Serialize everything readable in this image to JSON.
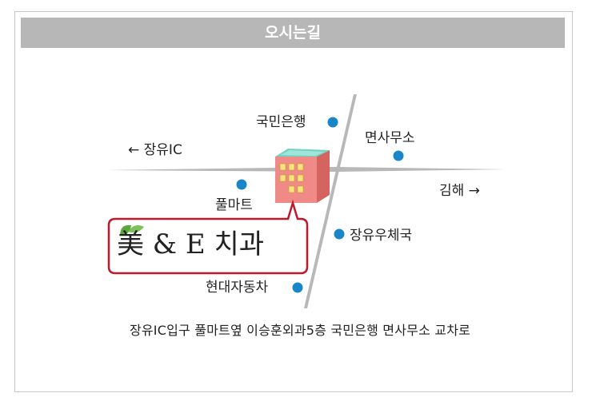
{
  "header": {
    "title": "오시는길"
  },
  "map": {
    "labels": {
      "left_direction": "← 장유IC",
      "right_direction": "김해 →",
      "kookmin": "국민은행",
      "myeonsa": "면사무소",
      "pulmart": "풀마트",
      "post": "장유우체국",
      "hyundai": "현대자동차"
    },
    "clinic_name": "美 & E 치과",
    "caption": "장유IC입구 풀마트옆 이승훈외과5층 국민은행 면사무소 교차로"
  },
  "colors": {
    "header_bg": "#b7b7b7",
    "road": "#b8b8b8",
    "marker": "#1a86c8",
    "callout_border": "#c0182a",
    "building": "#f08a86",
    "building_roof": "#6ed3c5",
    "leaf": "#5aa83a"
  }
}
